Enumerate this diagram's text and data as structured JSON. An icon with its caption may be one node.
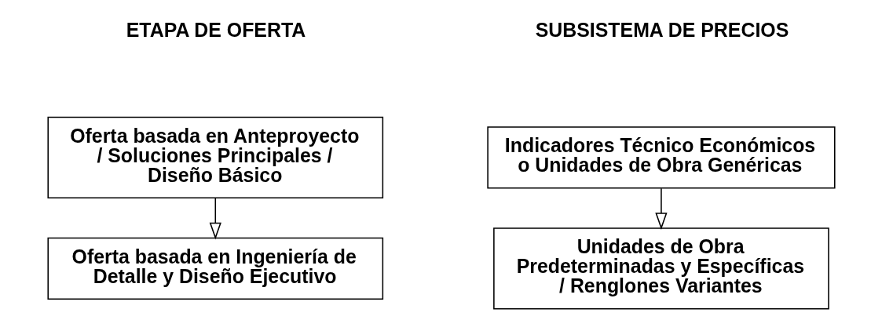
{
  "diagram": {
    "nodes": [
      {
        "text": [
          "Oferta basada en Anteproyecto / Soluciones Principales / Diseño Básico"
        ]
      },
      {
        "text": [
          "Oferta basada en Ingeniería de Detalle y Diseño Ejecutivo"
        ]
      },
      {
        "text": [
          "Indicadores Técnico Económicos o Unidades de Obra Genéricas"
        ]
      },
      {
        "text": [
          "Unidades de Obra Predeterminadas y Específicas / Renglones Variantes"
        ]
      }
    ],
    "edges": [
      {
        "from": 0,
        "to": 1,
        "arrow": "to"
      },
      {
        "from": 2,
        "to": 3,
        "arrow": "to"
      }
    ],
    "labels": [
      "ETAPA DE OFERTA",
      "SUBSISTEMA DE PRECIOS"
    ]
  }
}
